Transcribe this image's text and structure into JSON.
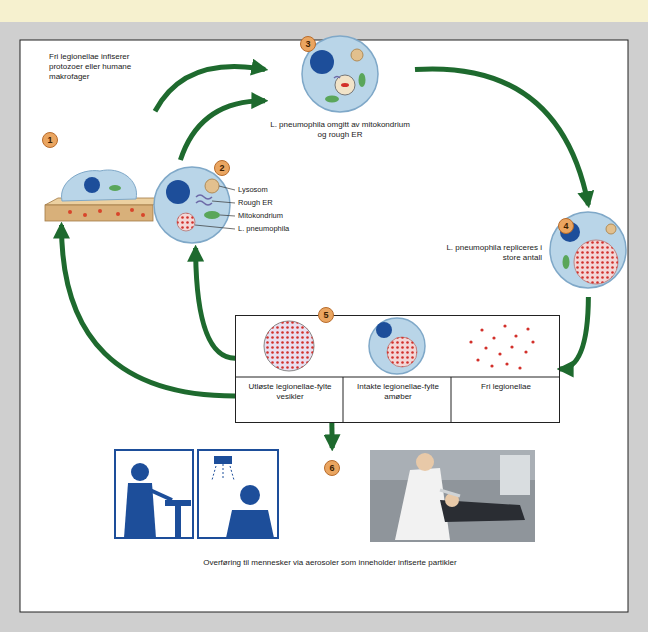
{
  "diagram": {
    "nodes": [
      {
        "text": [
          "Fri legionellae infiserer protozoer eller humane makrofager"
        ]
      },
      {
        "text": [
          "Lysosom",
          "Rough ER",
          "Mitokondrium",
          "L. pneumophila"
        ]
      },
      {
        "text": [
          "L. pneumophila omgitt av mitokondrium og rough ER"
        ]
      },
      {
        "text": [
          "L. pneumophila repliceres i store antall"
        ]
      },
      {
        "text": [
          "5"
        ]
      },
      {
        "text": [
          "Utløste legionellae-fylte vesikler"
        ],
        "in": 4
      },
      {
        "text": [
          "Intakte legionellae-fylte amøber"
        ],
        "in": 4
      },
      {
        "text": [
          "Fri legionellae"
        ],
        "in": 4
      },
      {
        "text": [
          "Overføring til mennesker via aerosoler som inneholder infiserte partikler"
        ]
      }
    ],
    "edges": [
      {
        "from": 0,
        "to": 2,
        "arrow": "to"
      },
      {
        "from": 1,
        "to": 2,
        "arrow": "to"
      },
      {
        "from": 2,
        "to": 3,
        "arrow": "to"
      },
      {
        "from": 3,
        "to": 4,
        "arrow": "to"
      },
      {
        "from": 4,
        "to": 0,
        "arrow": "to"
      },
      {
        "from": 4,
        "to": 1,
        "arrow": "to"
      },
      {
        "from": 4,
        "to": 8,
        "arrow": "to"
      }
    ],
    "labels": [
      "1",
      "2",
      "3",
      "4",
      "6"
    ]
  }
}
